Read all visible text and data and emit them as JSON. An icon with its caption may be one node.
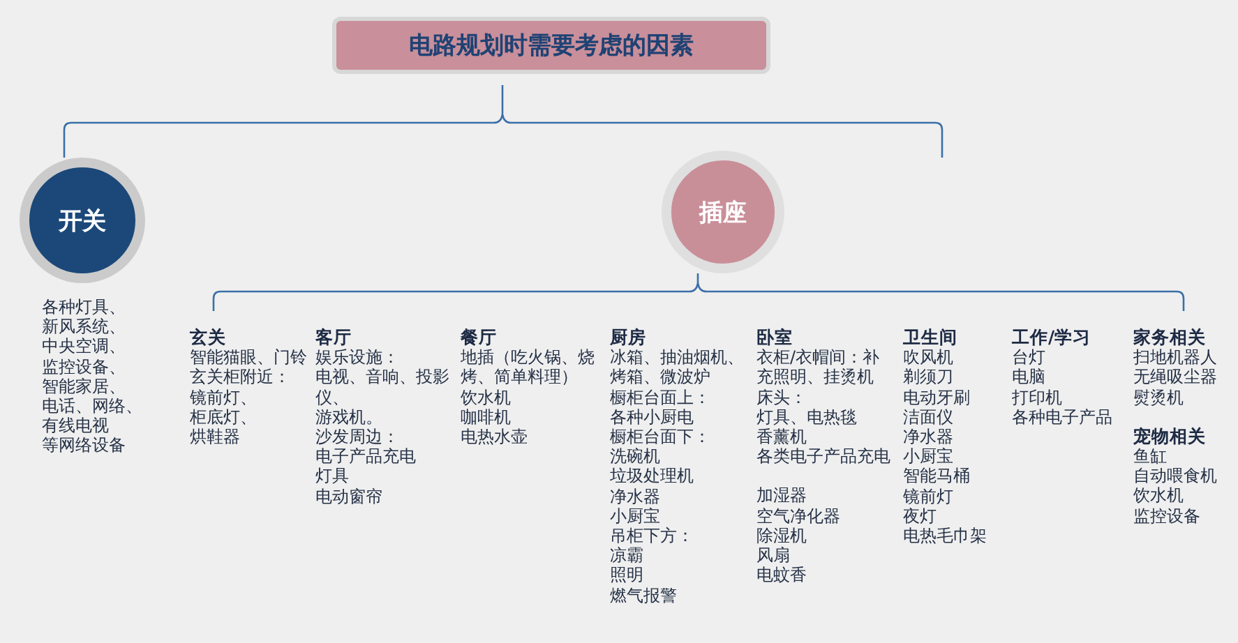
{
  "diagram": {
    "nodes": [
      {
        "text": [
          "电路规划时需要考虑的因素"
        ]
      },
      {
        "text": [
          "开关"
        ],
        "beside": [
          "各种灯具、",
          "新风系统、",
          "中央空调、",
          "监控设备、",
          "智能家居、",
          "电话、网络、",
          "有线电视",
          "等网络设备"
        ]
      },
      {
        "text": [
          "插座"
        ]
      }
    ],
    "labels": [
      "玄关",
      "智能猫眼、门铃",
      "玄关柜附近：",
      "镜前灯、",
      "柜底灯、",
      "烘鞋器",
      "客厅",
      "娱乐设施：",
      "电视、音响、投影仪、",
      "游戏机。",
      "沙发周边：",
      "电子产品充电",
      "灯具",
      "电动窗帘",
      "餐厅",
      "地插（吃火锅、烧烤、简单料理）",
      "饮水机",
      "咖啡机",
      "电热水壶",
      "厨房",
      "冰箱、抽油烟机、烤箱、微波炉",
      "橱柜台面上：",
      "各种小厨电",
      "橱柜台面下：",
      "洗碗机",
      "垃圾处理机",
      "净水器",
      "小厨宝",
      "吊柜下方：",
      "凉霸",
      "照明",
      "燃气报警",
      "卧室",
      "衣柜/衣帽间：补充照明、挂烫机",
      "床头：",
      "灯具、电热毯",
      "香薰机",
      "各类电子产品充电",
      "加湿器",
      "空气净化器",
      "除湿机",
      "风扇",
      "电蚊香",
      "卫生间",
      "吹风机",
      "剃须刀",
      "电动牙刷",
      "洁面仪",
      "净水器",
      "小厨宝",
      "智能马桶",
      "镜前灯",
      "夜灯",
      "电热毛巾架",
      "工作/学习",
      "台灯",
      "电脑",
      "打印机",
      "各种电子产品",
      "家务相关",
      "扫地机器人",
      "无绳吸尘器",
      "熨烫机",
      "宠物相关",
      "鱼缸",
      "自动喂食机",
      "饮水机",
      "监控设备"
    ]
  }
}
